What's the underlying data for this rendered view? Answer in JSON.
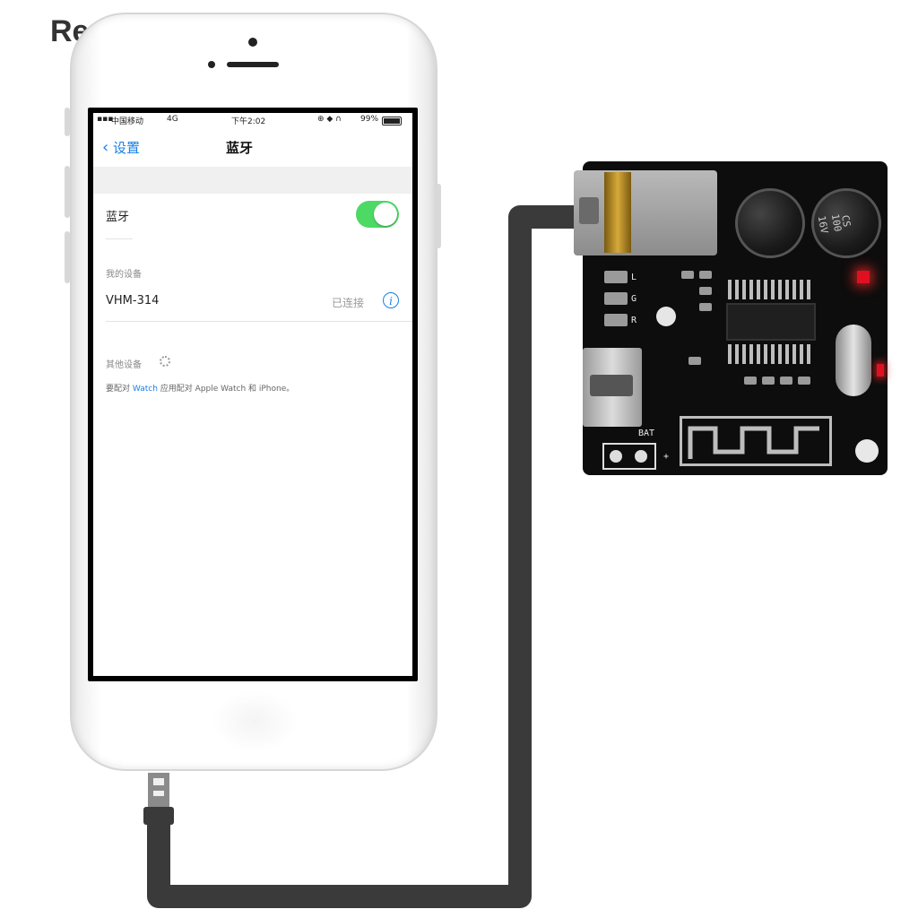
{
  "brand": "Redhot",
  "phone": {
    "status_bar": {
      "carrier": "中国移动",
      "network": "4G",
      "time": "下午2:02",
      "battery": "99%"
    },
    "nav": {
      "back_label": "设置",
      "title": "蓝牙"
    },
    "bluetooth_row": {
      "label": "蓝牙",
      "toggle_on": true
    },
    "my_devices": {
      "header": "我的设备",
      "device_name": "VHM-314",
      "device_status": "已连接"
    },
    "other_devices": {
      "header": "其他设备",
      "hint_prefix": "要配对",
      "hint_link": "Watch",
      "hint_suffix": "应用配对 Apple Watch 和 iPhone。"
    }
  },
  "board": {
    "silkscreen": {
      "left": "L",
      "ground": "G",
      "right": "R",
      "bat": "BAT",
      "plus": "+",
      "cap_value": "100",
      "cap_voltage": "16V",
      "cap_code": "CS"
    }
  },
  "colors": {
    "ios_blue": "#1a7fe5",
    "toggle_green": "#4cd964",
    "cable": "#3a3a3a",
    "pcb": "#0d0d0d"
  }
}
